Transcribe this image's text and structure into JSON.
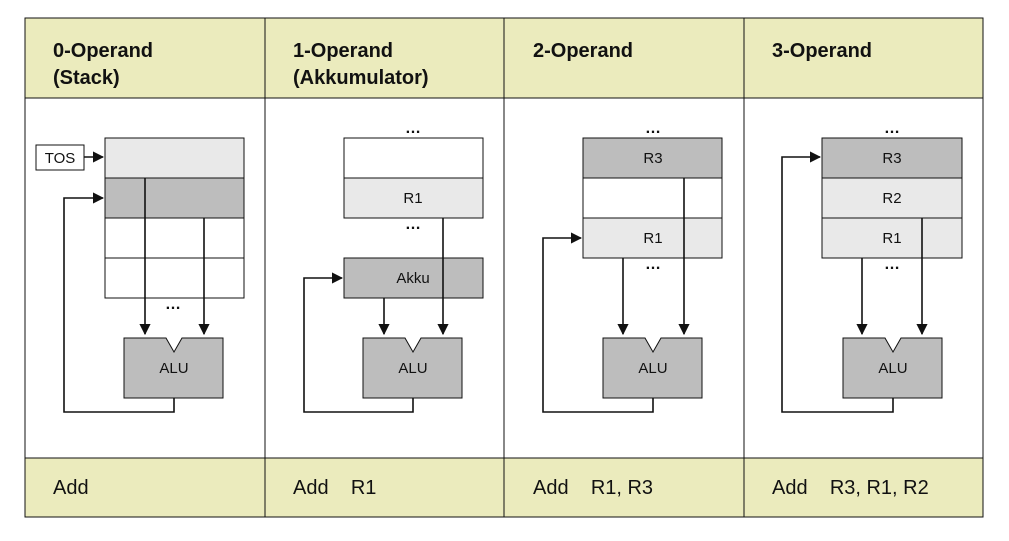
{
  "columns": [
    {
      "header_line1": "0-Operand",
      "header_line2": "(Stack)",
      "instruction": "Add",
      "tos_label": "TOS",
      "dots": "…",
      "alu_label": "ALU"
    },
    {
      "header_line1": "1-Operand",
      "header_line2": "(Akkumulator)",
      "instruction": "Add    R1",
      "top_dots": "…",
      "reg1_label": "R1",
      "mid_dots": "…",
      "akku_label": "Akku",
      "alu_label": "ALU"
    },
    {
      "header_line1": "2-Operand",
      "header_line2": "",
      "instruction": "Add    R1, R3",
      "top_dots": "…",
      "reg_top_label": "R3",
      "reg_bottom_label": "R1",
      "bottom_dots": "…",
      "alu_label": "ALU"
    },
    {
      "header_line1": "3-Operand",
      "header_line2": "",
      "instruction": "Add    R3, R1, R2",
      "top_dots": "…",
      "reg_top_label": "R3",
      "reg_mid_label": "R2",
      "reg_bottom_label": "R1",
      "bottom_dots": "…",
      "alu_label": "ALU"
    }
  ],
  "colors": {
    "header_bg": "#ebebbd",
    "footer_bg": "#ebebbd",
    "light_box": "#e9e9e9",
    "dark_box": "#bdbdbd",
    "border": "#111111"
  }
}
